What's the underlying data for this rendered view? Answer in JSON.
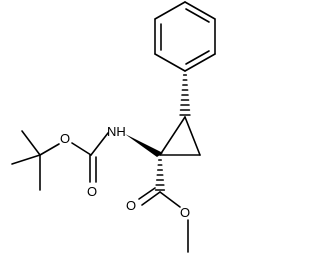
{
  "molecule": {
    "atoms": {
      "amine_n": "NH",
      "carbamate_carbonyl_o": "O",
      "carbamate_ether_o": "O",
      "ester_carbonyl_o": "O",
      "ester_ether_o": "O"
    }
  }
}
